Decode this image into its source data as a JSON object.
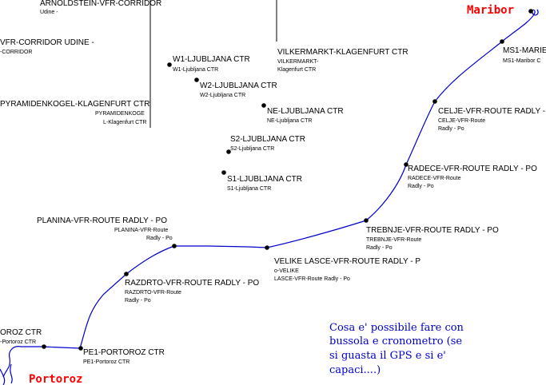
{
  "cities": {
    "maribor": "Maribor",
    "portoroz": "Portoroz"
  },
  "waypoints": [
    {
      "key": "arnoldstein",
      "name": "ARNOLDSTEIN-VFR-CORRIDOR",
      "sub": [
        "Udine -"
      ]
    },
    {
      "key": "udine",
      "name": "VFR-CORRIDOR UDINE -",
      "sub": [
        "-CORRIDOR"
      ]
    },
    {
      "key": "vilkermarkt",
      "name": "VILKERMARKT-KLAGENFURT CTR",
      "sub": [
        "VILKERMARKT-",
        "Klagenfurt CTR"
      ]
    },
    {
      "key": "pyramidenkogel",
      "name": "PYRAMIDENKOGEL-KLAGENFURT CTR",
      "sub": [
        "PYRAMIDENKOGE",
        "L-Klagenfurt CTR"
      ]
    },
    {
      "key": "w1",
      "name": "W1-LJUBLJANA CTR",
      "sub": [
        "W1-Ljubljana CTR"
      ]
    },
    {
      "key": "w2",
      "name": "W2-LJUBLJANA CTR",
      "sub": [
        "W2-Ljubljana CTR"
      ]
    },
    {
      "key": "ne",
      "name": "NE-LJUBLJANA CTR",
      "sub": [
        "NE-Ljubljana CTR"
      ]
    },
    {
      "key": "s2",
      "name": "S2-LJUBLJANA CTR",
      "sub": [
        "S2-Ljubljana CTR"
      ]
    },
    {
      "key": "s1",
      "name": "S1-LJUBLJANA CTR",
      "sub": [
        "S1-Ljubljana CTR"
      ]
    },
    {
      "key": "ms1",
      "name": "MS1-MARIE",
      "sub": [
        "MS1-Maribor C"
      ]
    },
    {
      "key": "celje",
      "name": "CELJE-VFR-ROUTE RADLY -",
      "sub": [
        "CELJE-VFR-Route",
        "Radly - Po"
      ]
    },
    {
      "key": "radece",
      "name": "RADECE-VFR-ROUTE RADLY - PO",
      "sub": [
        "RADECE-VFR-Route",
        "Radly - Po"
      ]
    },
    {
      "key": "trebnje",
      "name": "TREBNJE-VFR-ROUTE RADLY - PO",
      "sub": [
        "TREBNJE-VFR-Route",
        "Radly - Po"
      ]
    },
    {
      "key": "velike",
      "name": "VELIKE LASCE-VFR-ROUTE RADLY - P",
      "sub": [
        "o-VELIKE",
        "LASCE-VFR-Route Radly - Po"
      ]
    },
    {
      "key": "planina",
      "name": "PLANINA-VFR-ROUTE RADLY - PO",
      "sub": [
        "PLANINA-VFR-Route",
        "Radly - Po"
      ]
    },
    {
      "key": "razdrto",
      "name": "RAZDRTO-VFR-ROUTE RADLY - PO",
      "sub": [
        "RAZDRTO-VFR-Route",
        "Radly - Po"
      ]
    },
    {
      "key": "portoroz_ctr",
      "name": "OROZ CTR",
      "sub": [
        "-Portoroz CTR"
      ]
    },
    {
      "key": "pe1",
      "name": "PE1-PORTOROZ CTR",
      "sub": [
        "PE1-Portoroz CTR"
      ]
    }
  ],
  "note": [
    "Cosa e' possibile fare con",
    "bussola  e cronometro (se",
    "si guasta il GPS e si e'",
    "capaci....)"
  ],
  "colors": {
    "route": "#0000cc",
    "city": "#ff0000",
    "note": "#0000cc",
    "point": "#000000"
  }
}
